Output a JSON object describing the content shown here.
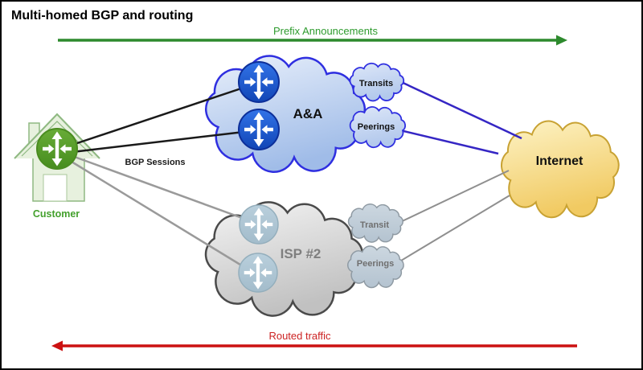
{
  "title": "Multi-homed BGP and routing",
  "flows": {
    "prefix_announcements": {
      "label": "Prefix Announcements",
      "color": "#2e9b2e",
      "direction": "left-to-right"
    },
    "routed_traffic": {
      "label": "Routed traffic",
      "color": "#cc2222",
      "direction": "right-to-left"
    }
  },
  "nodes": {
    "customer": {
      "label": "Customer",
      "type": "house-with-router-icon",
      "accent": "#43a02c"
    },
    "isp_a": {
      "label": "A&A",
      "clouds": {
        "transits": "Transits",
        "peerings": "Peerings"
      },
      "accent": "#2f2fe0",
      "router_icon_color": "#1f55cc"
    },
    "isp_2": {
      "label": "ISP #2",
      "clouds": {
        "transit": "Transit",
        "peerings": "Peerings"
      },
      "accent": "#4a4a4a",
      "router_icon_color": "#aec6d4"
    },
    "internet": {
      "label": "Internet",
      "accent": "#c8a233"
    }
  },
  "links": {
    "bgp_sessions": {
      "label": "BGP Sessions",
      "color": "#1a1a1a"
    },
    "customer_to_isp2_color": "#9a9a9a",
    "isp_a_to_internet_color": "#3526c4",
    "isp2_to_internet_color": "#8f8f8f"
  }
}
